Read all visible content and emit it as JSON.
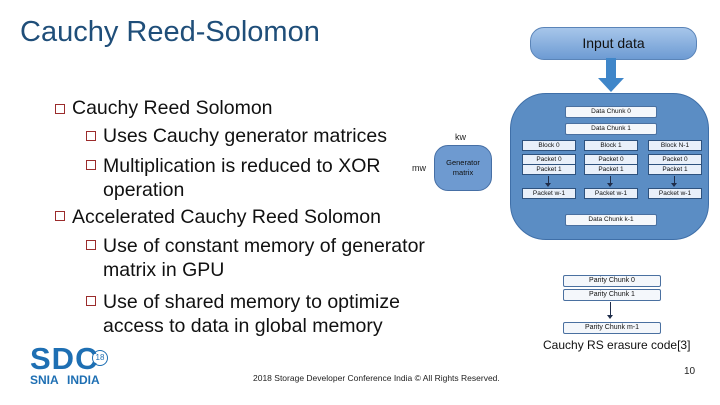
{
  "title": "Cauchy Reed-Solomon",
  "bullets": {
    "b1": "Cauchy Reed Solomon",
    "b1_sub1": "Uses Cauchy generator matrices",
    "b1_sub2_line1": "Multiplication is reduced to XOR",
    "b1_sub2_line2": "operation",
    "b2": "Accelerated Cauchy Reed Solomon",
    "b2_sub1_line1": "Use of constant memory of generator",
    "b2_sub1_line2": "matrix in GPU",
    "b2_sub2_line1": "Use of shared memory to optimize",
    "b2_sub2_line2": "access to data in global memory"
  },
  "diagram": {
    "input_data": "Input data",
    "kw": "kw",
    "mw": "mw",
    "generator_matrix": "Generator matrix",
    "data_chunk_0": "Data Chunk 0",
    "data_chunk_1": "Data Chunk 1",
    "data_chunk_k1": "Data Chunk k-1",
    "block_0": "Block 0",
    "block_1": "Block 1",
    "block_n1": "Block N-1",
    "packet_0": "Packet 0",
    "packet_1": "Packet 1",
    "packet_w1": "Packet w-1",
    "parity_chunk_0": "Parity Chunk 0",
    "parity_chunk_1": "Parity Chunk 1",
    "parity_chunk_m1": "Parity Chunk m-1",
    "caption": "Cauchy RS erasure code[3]"
  },
  "footer": "2018 Storage Developer Conference India © All Rights Reserved.",
  "page_number": "10",
  "logo": {
    "sdc": "SDC",
    "edition": "18",
    "snia": "SNIA",
    "india": "INDIA"
  },
  "colors": {
    "title": "#1f4e79",
    "accent": "#3f86c9",
    "bullet": "#9b2c2c",
    "logo": "#1e6fb3"
  }
}
